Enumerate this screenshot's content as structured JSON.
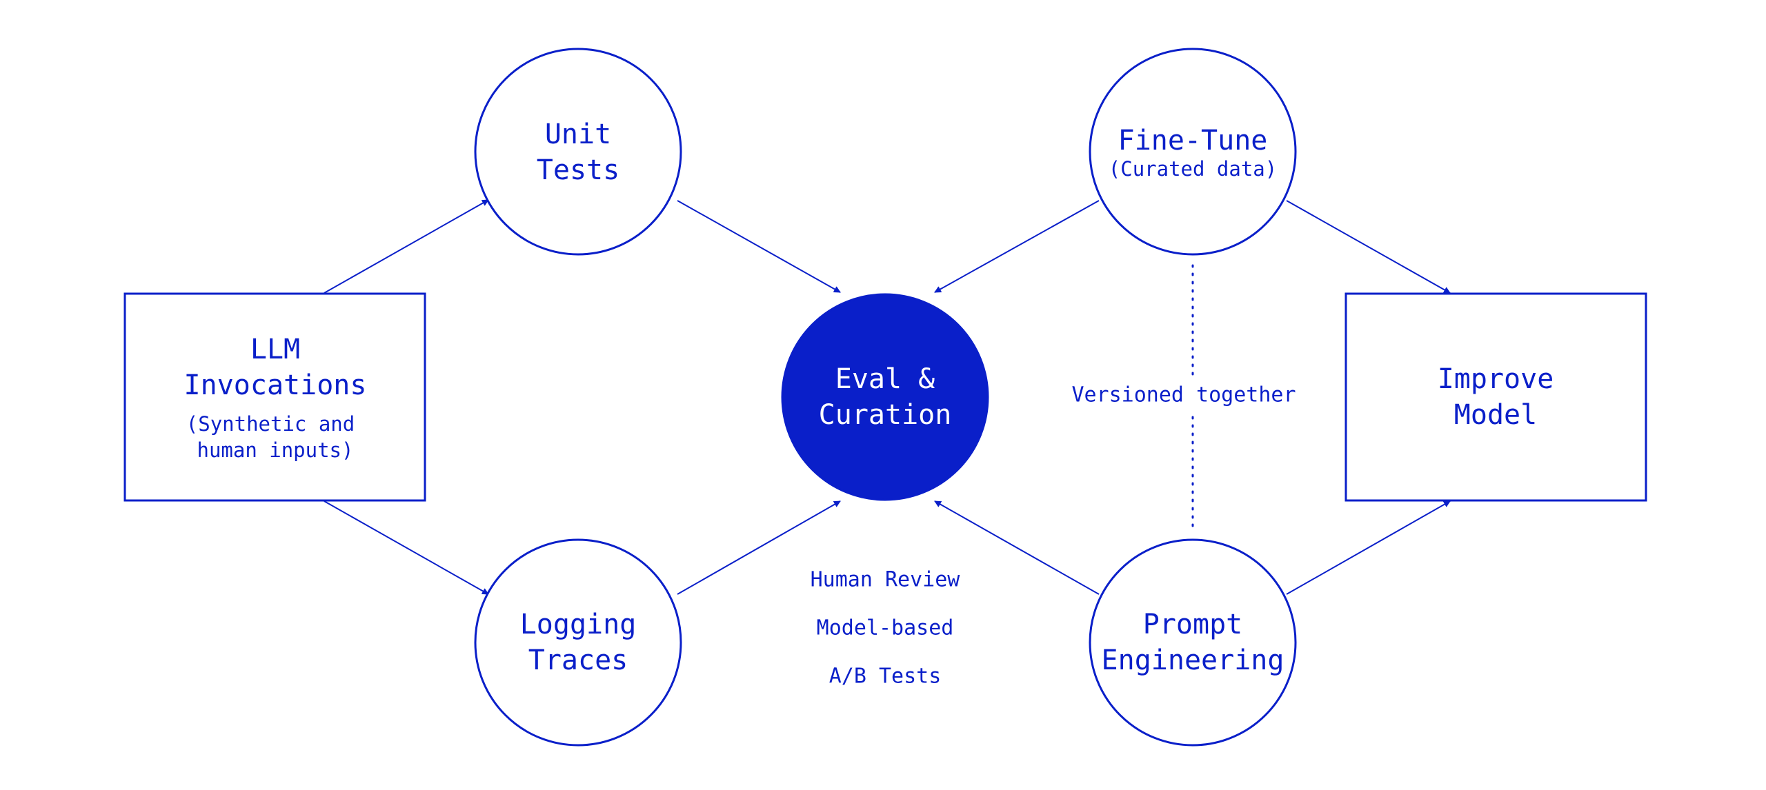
{
  "colors": {
    "accent": "#0a1fc9",
    "background": "#ffffff",
    "center_text": "#ffffff"
  },
  "nodes": {
    "llm_invocations": {
      "line1": "LLM",
      "line2": "Invocations",
      "sub1": "(Synthetic and",
      "sub2": "human inputs)"
    },
    "unit_tests": {
      "line1": "Unit",
      "line2": "Tests"
    },
    "logging_traces": {
      "line1": "Logging",
      "line2": "Traces"
    },
    "eval_curation": {
      "line1": "Eval &",
      "line2": "Curation"
    },
    "fine_tune": {
      "line1": "Fine-Tune",
      "sub": "(Curated data)"
    },
    "prompt_engineering": {
      "line1": "Prompt",
      "line2": "Engineering"
    },
    "improve_model": {
      "line1": "Improve",
      "line2": "Model"
    }
  },
  "labels": {
    "versioned_together": "Versioned together",
    "eval_methods": [
      "Human Review",
      "Model-based",
      "A/B Tests"
    ]
  }
}
